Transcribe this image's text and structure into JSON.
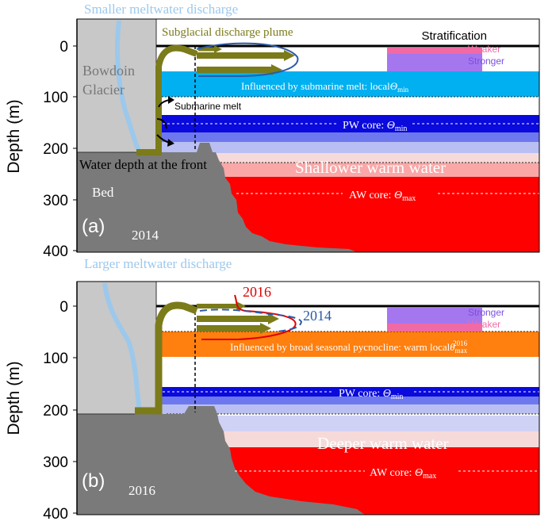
{
  "panel_a": {
    "top_caption": "Smaller meltwater discharge",
    "glacier_name": "Bowdoin\nGlacier",
    "plume_label": "Subglacial discharge plume",
    "stratification_title": "Stratification",
    "strat_weaker": "Weaker",
    "strat_stronger": "Stronger",
    "layer_melt": "Influenced by submarine melt: local",
    "layer_melt_sym": "Θ",
    "layer_melt_sub": "min",
    "submarine_melt": "Submarine melt",
    "pw_core": "PW core: ",
    "pw_sym": "Θ",
    "pw_sub": "min",
    "front_depth": "Water depth at the front",
    "warm_water": "Shallower warm water",
    "bed_label": "Bed",
    "aw_core": "AW core: ",
    "aw_sym": "Θ",
    "aw_sub": "max",
    "panel_label": "(a)",
    "year": "2014"
  },
  "panel_b": {
    "top_caption": "Larger meltwater discharge",
    "year_2016_marker": "2016",
    "year_2014_marker": "2014",
    "strat_stronger": "Stronger",
    "strat_weaker": "Weaker",
    "layer_pycnocline": "Influenced by broad seasonal pycnocline: warm local",
    "layer_sym": "θ",
    "layer_sub": "max",
    "layer_sup": "2016",
    "pw_core": "PW core: ",
    "pw_sym": "Θ",
    "pw_sub": "min",
    "warm_water": "Deeper warm water",
    "aw_core": "AW core: ",
    "aw_sym": "Θ",
    "aw_sub": "max",
    "panel_label": "(b)",
    "year": "2016"
  },
  "y_axis": {
    "label": "Depth (m)",
    "ticks": [
      "0",
      "100",
      "200",
      "300",
      "400"
    ]
  },
  "colors": {
    "glacier": "#c8c8c8",
    "bed": "#7a7a7a",
    "plume": "#7b7b1a",
    "meltwater": "#9cc8ec",
    "melt_layer": "#00b0f0",
    "pw_core": "#0a0adc",
    "aw_core": "#ff0000",
    "pycnocline": "#ff7f0f",
    "weaker": "#f06aa5",
    "stronger": "#a577ef"
  }
}
